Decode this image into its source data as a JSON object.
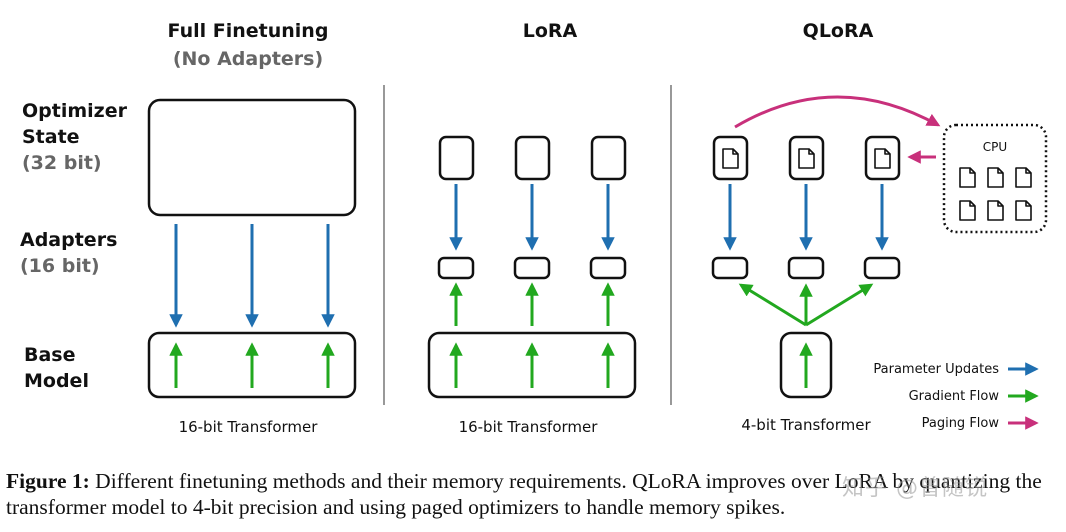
{
  "headings": {
    "full_finetuning": "Full Finetuning",
    "full_finetuning_sub": "(No Adapters)",
    "lora": "LoRA",
    "qlora": "QLoRA"
  },
  "row_labels": {
    "optimizer_line1": "Optimizer",
    "optimizer_line2": "State",
    "optimizer_bits": "(32 bit)",
    "adapters": "Adapters",
    "adapters_bits": "(16 bit)",
    "base_line1": "Base",
    "base_line2": "Model"
  },
  "footers": {
    "full": "16-bit Transformer",
    "lora": "16-bit Transformer",
    "qlora": "4-bit Transformer"
  },
  "cpu_label": "CPU",
  "legend": [
    {
      "label": "Parameter Updates",
      "color": "#1f6fb0"
    },
    {
      "label": "Gradient Flow",
      "color": "#22a81f"
    },
    {
      "label": "Paging Flow",
      "color": "#c8307b"
    }
  ],
  "caption": {
    "label": "Figure 1:",
    "text": "Different finetuning methods and their memory requirements. QLoRA improves over LoRA by quantizing the transformer model to 4-bit precision and using paged optimizers to handle memory spikes."
  },
  "watermark": "知乎 @曾随锐",
  "colors": {
    "parameter_updates": "#1f6fb0",
    "gradient_flow": "#22a81f",
    "paging_flow": "#c8307b"
  }
}
